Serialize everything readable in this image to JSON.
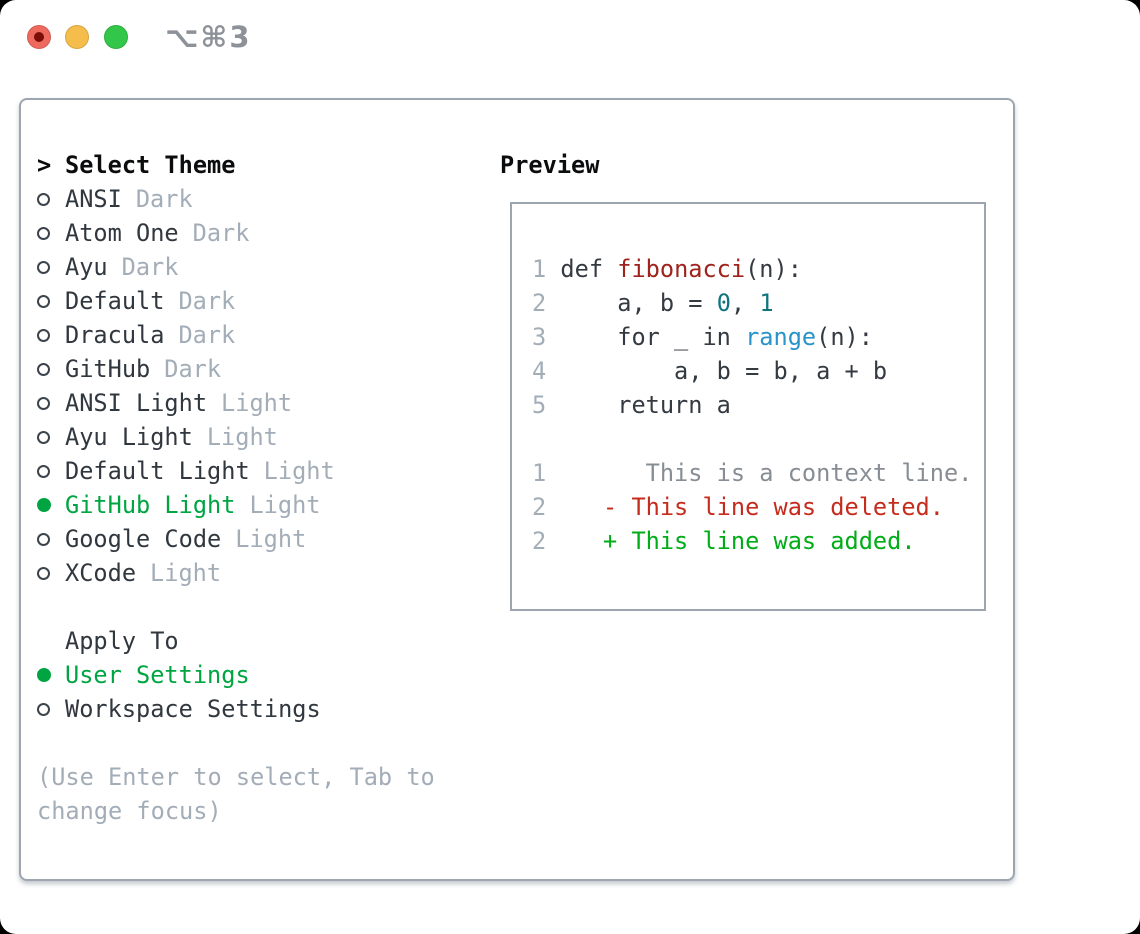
{
  "titlebar": {
    "title": "⌥⌘3"
  },
  "theme_picker": {
    "header_marker": ">",
    "header": "Select Theme",
    "items": [
      {
        "name": "ANSI",
        "variant": "Dark",
        "selected": false
      },
      {
        "name": "Atom One",
        "variant": "Dark",
        "selected": false
      },
      {
        "name": "Ayu",
        "variant": "Dark",
        "selected": false
      },
      {
        "name": "Default",
        "variant": "Dark",
        "selected": false
      },
      {
        "name": "Dracula",
        "variant": "Dark",
        "selected": false
      },
      {
        "name": "GitHub",
        "variant": "Dark",
        "selected": false
      },
      {
        "name": "ANSI Light",
        "variant": "Light",
        "selected": false
      },
      {
        "name": "Ayu Light",
        "variant": "Light",
        "selected": false
      },
      {
        "name": "Default Light",
        "variant": "Light",
        "selected": false
      },
      {
        "name": "GitHub Light",
        "variant": "Light",
        "selected": true
      },
      {
        "name": "Google Code",
        "variant": "Light",
        "selected": false
      },
      {
        "name": "XCode",
        "variant": "Light",
        "selected": false
      }
    ]
  },
  "apply_to": {
    "header": "Apply To",
    "options": [
      {
        "label": "User Settings",
        "selected": true
      },
      {
        "label": "Workspace Settings",
        "selected": false
      }
    ]
  },
  "hint": {
    "line1": "(Use Enter to select, Tab to",
    "line2": "change focus)"
  },
  "preview": {
    "header": "Preview",
    "code_lines": [
      [
        {
          "t": "1 ",
          "c": "ln"
        },
        {
          "t": "def ",
          "c": "pl"
        },
        {
          "t": "fibonacci",
          "c": "fn"
        },
        {
          "t": "(n):",
          "c": "pl"
        }
      ],
      [
        {
          "t": "2 ",
          "c": "ln"
        },
        {
          "t": "    a, b = ",
          "c": "pl"
        },
        {
          "t": "0",
          "c": "num"
        },
        {
          "t": ", ",
          "c": "pl"
        },
        {
          "t": "1",
          "c": "num"
        }
      ],
      [
        {
          "t": "3 ",
          "c": "ln"
        },
        {
          "t": "    for _ in ",
          "c": "pl"
        },
        {
          "t": "range",
          "c": "call"
        },
        {
          "t": "(n):",
          "c": "pl"
        }
      ],
      [
        {
          "t": "4 ",
          "c": "ln"
        },
        {
          "t": "        a, b = b, a + b",
          "c": "pl"
        }
      ],
      [
        {
          "t": "5 ",
          "c": "ln"
        },
        {
          "t": "    return a",
          "c": "pl"
        }
      ],
      [],
      [
        {
          "t": "1 ",
          "c": "ln"
        },
        {
          "t": "      This is a context line.",
          "c": "ctx"
        }
      ],
      [
        {
          "t": "2 ",
          "c": "ln"
        },
        {
          "t": "   - This line was deleted.",
          "c": "del"
        }
      ],
      [
        {
          "t": "2 ",
          "c": "ln"
        },
        {
          "t": "   + This line was added.",
          "c": "add"
        }
      ]
    ]
  },
  "colors": {
    "selected_green": "#00a542",
    "added_green": "#00ad17",
    "deleted_red": "#c52c1e",
    "function_red": "#9f221c",
    "number_teal": "#0e757d",
    "call_blue": "#2a93c9",
    "muted_gray": "#a3adb8",
    "border_gray": "#9da6b0",
    "traffic_red": "#ee6a5f",
    "traffic_yellow": "#f5bd4b",
    "traffic_green": "#33c749"
  }
}
